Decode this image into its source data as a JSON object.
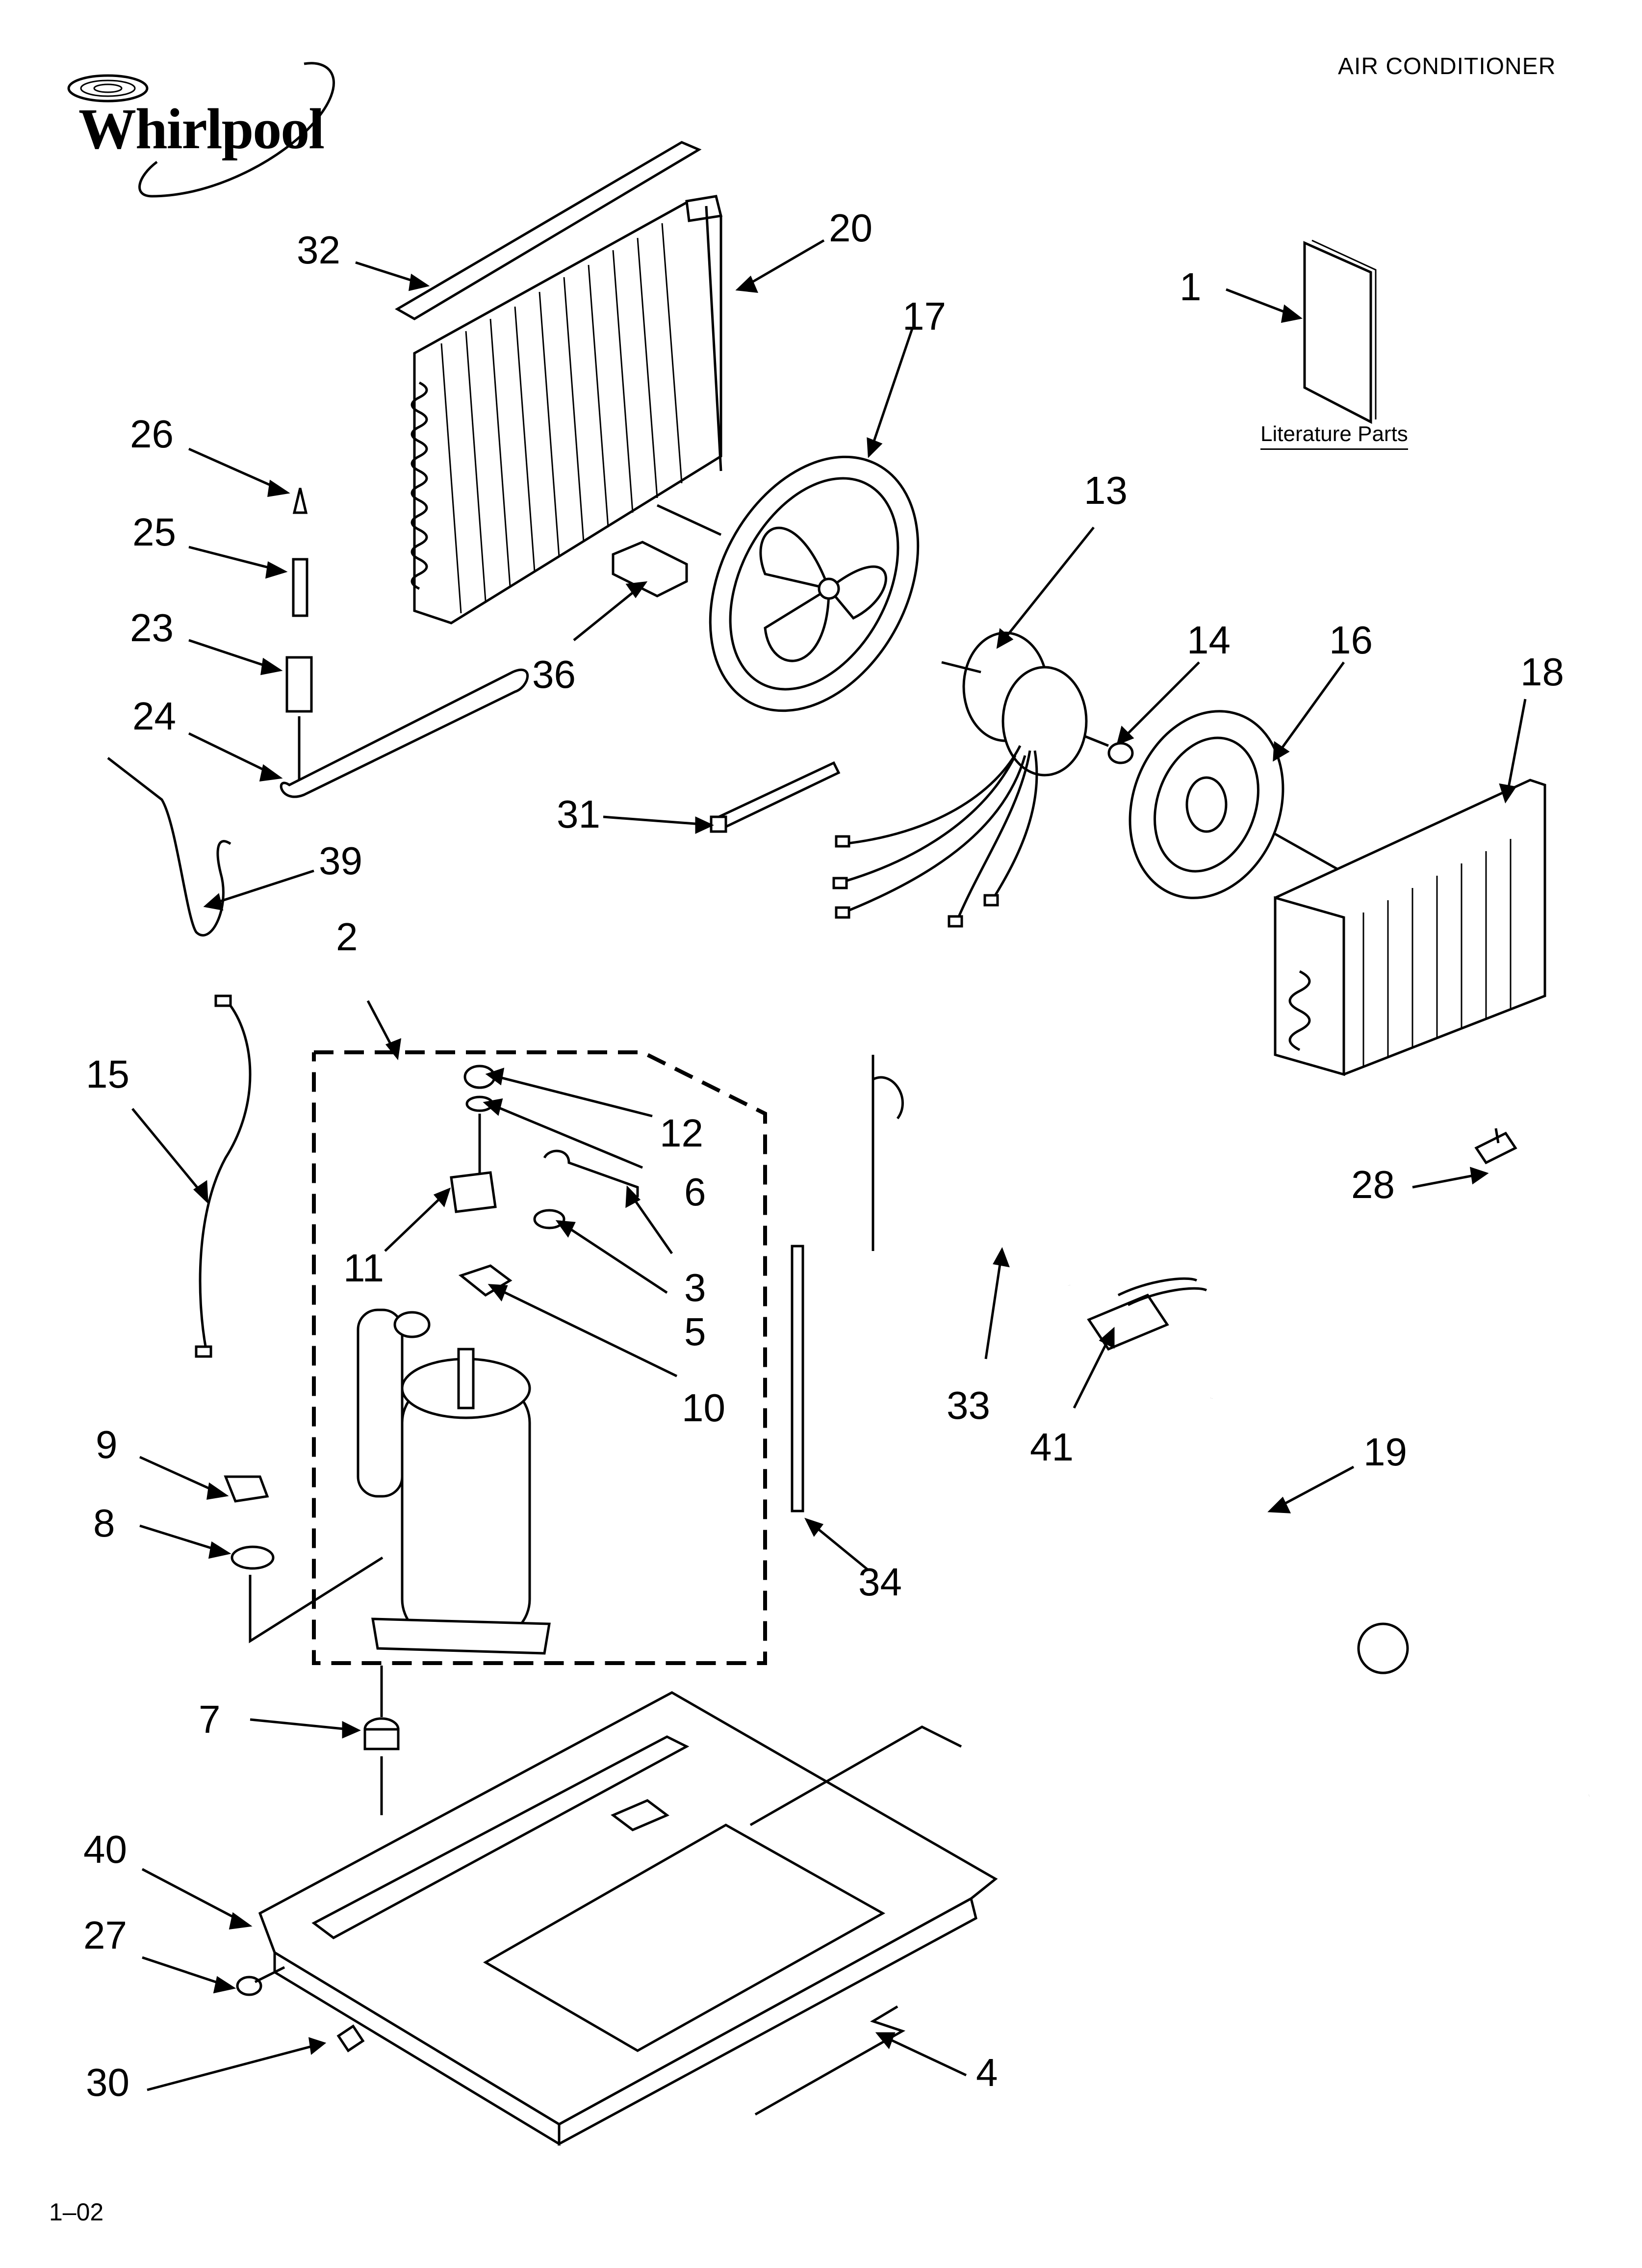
{
  "header": {
    "brand": "Whirlpool",
    "product": "AIR CONDITIONER"
  },
  "literature": {
    "label": "Literature Parts"
  },
  "footer": {
    "code": "1–02"
  },
  "callouts": [
    {
      "id": "c1",
      "label": "1"
    },
    {
      "id": "c2",
      "label": "2"
    },
    {
      "id": "c3",
      "label": "3"
    },
    {
      "id": "c4",
      "label": "4"
    },
    {
      "id": "c5",
      "label": "5"
    },
    {
      "id": "c6",
      "label": "6"
    },
    {
      "id": "c7",
      "label": "7"
    },
    {
      "id": "c8",
      "label": "8"
    },
    {
      "id": "c9",
      "label": "9"
    },
    {
      "id": "c10",
      "label": "10"
    },
    {
      "id": "c11",
      "label": "11"
    },
    {
      "id": "c12",
      "label": "12"
    },
    {
      "id": "c13",
      "label": "13"
    },
    {
      "id": "c14",
      "label": "14"
    },
    {
      "id": "c15",
      "label": "15"
    },
    {
      "id": "c16",
      "label": "16"
    },
    {
      "id": "c17",
      "label": "17"
    },
    {
      "id": "c18",
      "label": "18"
    },
    {
      "id": "c19",
      "label": "19"
    },
    {
      "id": "c20",
      "label": "20"
    },
    {
      "id": "c23",
      "label": "23"
    },
    {
      "id": "c24",
      "label": "24"
    },
    {
      "id": "c25",
      "label": "25"
    },
    {
      "id": "c26",
      "label": "26"
    },
    {
      "id": "c27",
      "label": "27"
    },
    {
      "id": "c28",
      "label": "28"
    },
    {
      "id": "c30",
      "label": "30"
    },
    {
      "id": "c31",
      "label": "31"
    },
    {
      "id": "c32",
      "label": "32"
    },
    {
      "id": "c33",
      "label": "33"
    },
    {
      "id": "c34",
      "label": "34"
    },
    {
      "id": "c36",
      "label": "36"
    },
    {
      "id": "c39",
      "label": "39"
    },
    {
      "id": "c40",
      "label": "40"
    },
    {
      "id": "c41",
      "label": "41"
    }
  ]
}
